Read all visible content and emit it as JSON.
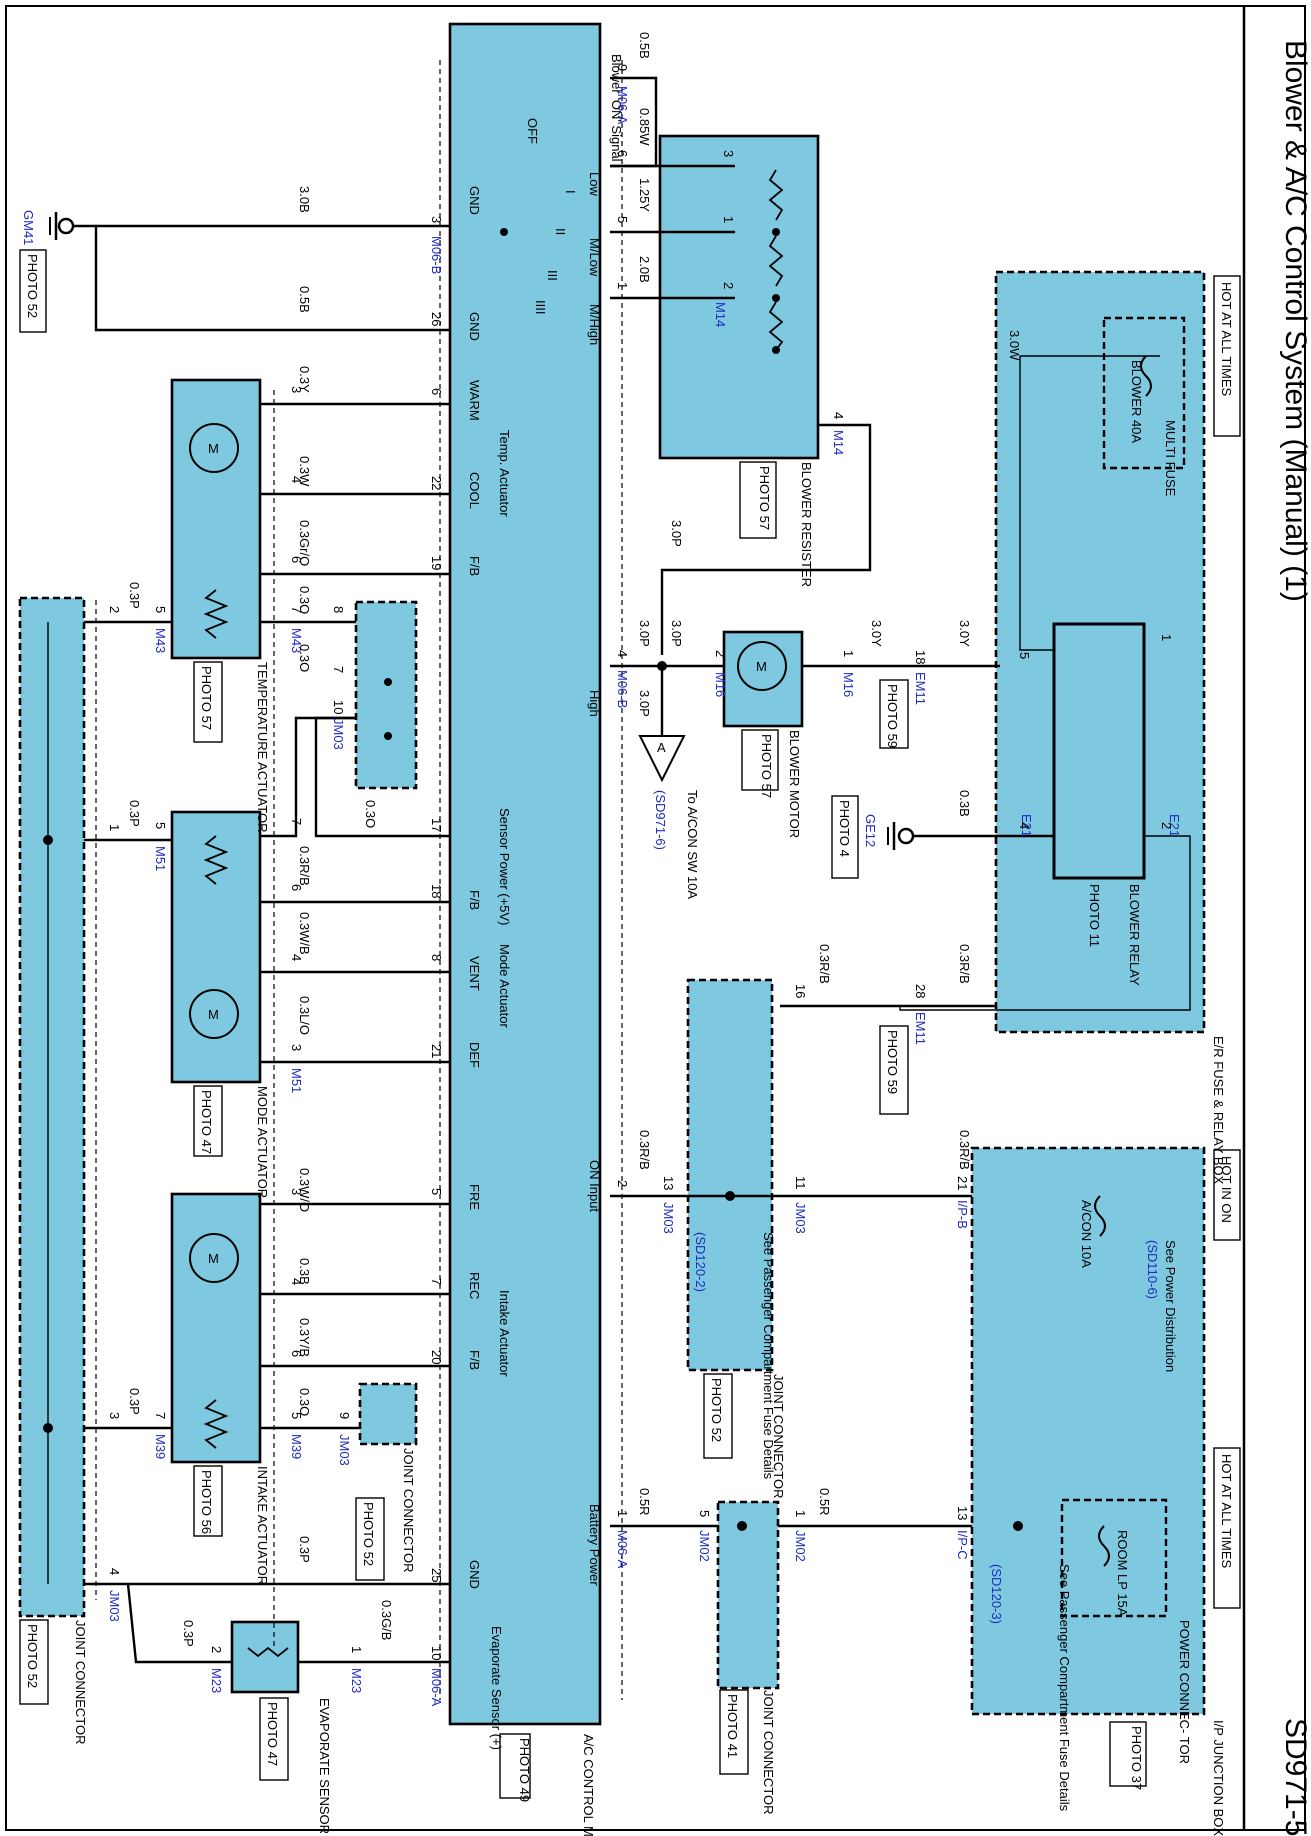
{
  "title": "Blower & A/C Control System (Manual) (1)",
  "page_code": "SD971-5",
  "colors": {
    "module_fill": "#7ec9df",
    "connector_text": "#1f2bbd",
    "line": "#000000"
  },
  "supply_labels": {
    "hot_at_all_times_1": "HOT AT ALL TIMES",
    "hot_in_on": "HOT IN ON",
    "hot_at_all_times_2": "HOT AT ALL TIMES"
  },
  "er_box": {
    "name": "E/R FUSE & RELAY BOX",
    "multi_fuse": "MULTI FUSE",
    "fuse": "BLOWER 40A",
    "relay": "BLOWER RELAY",
    "relay_photo": "PHOTO 11",
    "wire_top": "3.0W",
    "pins": {
      "p1": "1",
      "p2": "2",
      "p4": "4",
      "p5": "5"
    },
    "connectors": {
      "e21_a": "E21",
      "e21_b": "E21"
    }
  },
  "ij_box": {
    "name": "I/P JUNCTION BOX",
    "photo": "PHOTO 37",
    "fuse_acon": "A/CON 10A",
    "fuse_room": "ROOM LP 15A",
    "power_connector": "POWER CONNEC- TOR",
    "see_power": "See Power Distribution",
    "see_power_ref": "(SD110-6)",
    "see_pass": "See Passenger Compartment Fuse Details",
    "see_pass_ref": "(SD120-3)",
    "conn_b": "I/P-B",
    "conn_c": "I/P-C",
    "pin_b": "21",
    "pin_c": "13"
  },
  "blower_resister": {
    "name": "BLOWER RESISTER",
    "photo": "PHOTO 57",
    "conn": "M14",
    "conn2": "M14",
    "pins": [
      "3",
      "1",
      "2",
      "4"
    ]
  },
  "blower_motor": {
    "name": "BLOWER MOTOR",
    "photo": "PHOTO 57",
    "conn_a": "M16",
    "conn_b": "M16",
    "pin_a": "2",
    "pin_b": "1",
    "motor": "M"
  },
  "ground": {
    "ge12": "GE12",
    "ge12_photo": "PHOTO 4",
    "gm41": "GM41",
    "gm41_photo": "PHOTO 52"
  },
  "em11": {
    "conn": "EM11",
    "photo": "PHOTO 59",
    "pin": "18",
    "conn2": "EM11",
    "photo2": "PHOTO 59",
    "pin2": "28"
  },
  "jm03_top": {
    "conn": "JM03",
    "conn2": "JM03",
    "name": "JOINT CONNECTOR",
    "photo": "PHOTO 52",
    "pin_a": "16",
    "pin_b": "13",
    "pin_c": "11",
    "see": "See Passenger Compartment Fuse Details",
    "see_ref": "(SD120-2)"
  },
  "jm02": {
    "conn": "JM02",
    "conn2": "JM02",
    "name": "JOINT CONNECTOR",
    "photo": "PHOTO 41",
    "pin_a": "5",
    "pin_b": "1"
  },
  "acon_ref": {
    "text": "To A/CON SW 10A",
    "ref": "(SD971-6)",
    "letter": "A"
  },
  "module": {
    "name": "A/C CONTROL MODULE",
    "photo": "PHOTO 49",
    "conn_a": "M06-A",
    "conn_b": "M06-B",
    "conn_b2": "M06-B",
    "conn_a2": "M06-A",
    "conn_a3": "M06-A",
    "blower_on": "Blower 'ON' Signal",
    "gnd1": "GND",
    "gnd2": "GND",
    "gnd3": "GND",
    "off": "OFF",
    "low": "Low",
    "mlow": "M/Low",
    "mhigh": "M/High",
    "high": "High",
    "roman": [
      "I",
      "II",
      "III",
      "IIII"
    ],
    "temp_act": "Temp. Actuator",
    "warm": "WARM",
    "cool": "COOL",
    "fb1": "F/B",
    "sensor_power": "Sensor Power (+5V)",
    "mode_act": "Mode Actuator",
    "fb2": "F/B",
    "vent": "VENT",
    "def": "DEF",
    "on_input": "ON Input",
    "intake_act": "Intake Actuator",
    "fre": "FRE",
    "rec": "REC",
    "fb3": "F/B",
    "battery": "Battery Power",
    "evap": "Evaporate Sensor (+)",
    "pins": {
      "p9": "9",
      "p6": "6",
      "p3": "3",
      "p5": "5",
      "p26": "26",
      "p1": "1",
      "p6b": "6",
      "p22": "22",
      "p19": "19",
      "p4": "4",
      "p17": "17",
      "p18": "18",
      "p8": "8",
      "p21": "21",
      "p2": "2",
      "p5b": "5",
      "p7": "7",
      "p20": "20",
      "p1b": "1",
      "p25": "25",
      "p10": "10"
    }
  },
  "temp_actuator": {
    "name": "TEMPERATURE ACTUATOR",
    "photo": "PHOTO 57",
    "conn": "M43",
    "conn2": "M43",
    "pins": [
      "3",
      "4",
      "6",
      "7",
      "5"
    ]
  },
  "mode_actuator": {
    "name": "MODE ACTUATOR",
    "photo": "PHOTO 47",
    "conn": "M51",
    "conn2": "M51",
    "pins": [
      "7",
      "6",
      "4",
      "3",
      "5"
    ]
  },
  "intake_actuator": {
    "name": "INTAKE ACTUATOR",
    "photo": "PHOTO 56",
    "conn": "M39",
    "conn2": "M39",
    "pins": [
      "3",
      "4",
      "6",
      "5",
      "7"
    ]
  },
  "evap_sensor": {
    "name": "EVAPORATE SENSOR",
    "photo": "PHOTO 47",
    "conn": "M23",
    "conn2": "M23",
    "pin_a": "1",
    "pin_b": "2"
  },
  "jm03_left": {
    "conn": "JM03",
    "name": "JOINT CONNECTOR",
    "photo": "PHOTO 52",
    "pins": [
      "2",
      "1",
      "3",
      "4"
    ]
  },
  "jm03_small": {
    "conn": "JM03",
    "pins": [
      "8",
      "7",
      "10"
    ]
  },
  "jm03_intake": {
    "conn": "JM03",
    "name": "JOINT CONNECTOR",
    "photo": "PHOTO 52",
    "pin": "9"
  },
  "wires": {
    "w05b": "0.5B",
    "w085w": "0.85W",
    "w125y": "1.25Y",
    "w20b": "2.0B",
    "w30b": "3.0B",
    "w05b2": "0.5B",
    "w30p_a": "3.0P",
    "w30p_b": "3.0P",
    "w30p_c": "3.0P",
    "w30p_d": "3.0P",
    "w30y_a": "3.0Y",
    "w30y_b": "3.0Y",
    "w03b": "0.3B",
    "w03rb_a": "0.3R/B",
    "w03rb_b": "0.3R/B",
    "w03rb_c": "0.3R/B",
    "w03rb_d": "0.3R/B",
    "w03y": "0.3Y",
    "w03w": "0.3W",
    "w03gro": "0.3Gr/O",
    "w03o_a": "0.3O",
    "w03o_b": "0.3O",
    "w03o_c": "0.3O",
    "w03p_a": "0.3P",
    "w03p_b": "0.3P",
    "w03p_c": "0.3P",
    "w03p_d": "0.3P",
    "w03p_e": "0.3P",
    "w03rb_m": "0.3R/B",
    "w03wb": "0.3W/B",
    "w03lo": "0.3L/O",
    "w03wo": "0.3W/O",
    "w03b_i": "0.3B",
    "w03yb": "0.3Y/B",
    "w03o_i": "0.3O",
    "w05r_a": "0.5R",
    "w05r_b": "0.5R",
    "w03gb": "0.3G/B"
  }
}
